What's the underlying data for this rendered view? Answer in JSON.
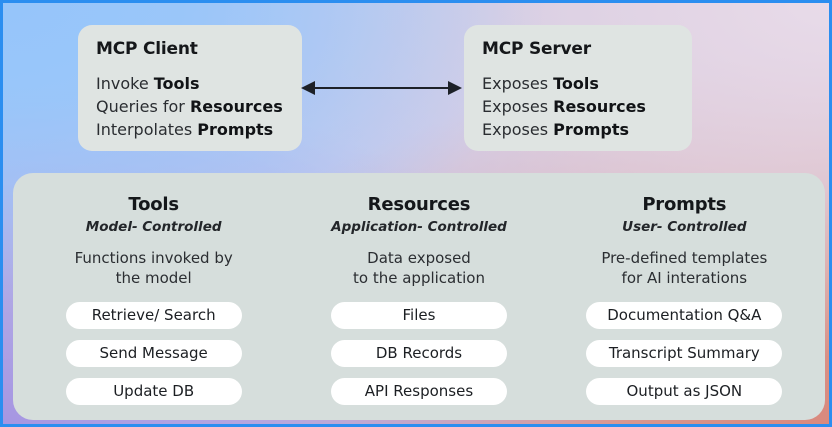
{
  "frame": {
    "border_color": "#2b8ef0",
    "gradient_corners": {
      "top_left": "#96c5fa",
      "top_right": "#e8dbe9",
      "bottom_left": "#a696e2",
      "bottom_right": "#d9897e"
    }
  },
  "top": {
    "client": {
      "title": "MCP Client",
      "lines": [
        {
          "prefix": "Invoke ",
          "strong": "Tools"
        },
        {
          "prefix": "Queries for ",
          "strong": "Resources"
        },
        {
          "prefix": "Interpolates ",
          "strong": "Prompts"
        }
      ]
    },
    "server": {
      "title": "MCP Server",
      "lines": [
        {
          "prefix": "Exposes ",
          "strong": "Tools"
        },
        {
          "prefix": "Exposes ",
          "strong": "Resources"
        },
        {
          "prefix": "Exposes ",
          "strong": "Prompts"
        }
      ]
    },
    "connector": {
      "icon": "bidirectional-arrow-icon",
      "color": "#1d2128"
    }
  },
  "panel": {
    "background": "#d6dedc",
    "columns": [
      {
        "title": "Tools",
        "subtitle": "Model- Controlled",
        "description": "Functions invoked by\nthe model",
        "pills": [
          "Retrieve/ Search",
          "Send Message",
          "Update DB"
        ]
      },
      {
        "title": "Resources",
        "subtitle": "Application- Controlled",
        "description": "Data exposed\nto the application",
        "pills": [
          "Files",
          "DB Records",
          "API Responses"
        ]
      },
      {
        "title": "Prompts",
        "subtitle": "User- Controlled",
        "description": "Pre-defined templates\nfor AI interations",
        "pills": [
          "Documentation Q&A",
          "Transcript Summary",
          "Output as JSON"
        ]
      }
    ]
  }
}
